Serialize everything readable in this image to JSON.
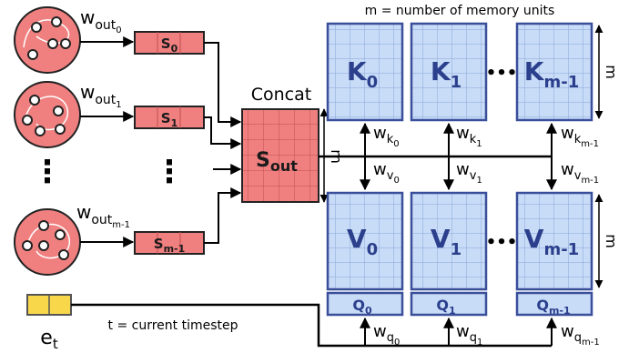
{
  "header": {
    "memory_note": "m = number of memory units"
  },
  "concat": {
    "label": "Concat",
    "main": "S",
    "sub": "out",
    "dim": "m"
  },
  "states": [
    {
      "main": "S",
      "sub": "0",
      "w_main": "w",
      "w_sub": "out",
      "w_sub2": "0"
    },
    {
      "main": "S",
      "sub": "1",
      "w_main": "w",
      "w_sub": "out",
      "w_sub2": "1"
    },
    {
      "main": "S",
      "sub": "m-1",
      "w_main": "w",
      "w_sub": "out",
      "w_sub2": "m-1"
    }
  ],
  "keys": [
    {
      "main": "K",
      "sub": "0",
      "w_main": "w",
      "w_sub": "k",
      "w_sub2": "0"
    },
    {
      "main": "K",
      "sub": "1",
      "w_main": "w",
      "w_sub": "k",
      "w_sub2": "1"
    },
    {
      "main": "K",
      "sub": "m-1",
      "w_main": "w",
      "w_sub": "k",
      "w_sub2": "m-1"
    }
  ],
  "values": [
    {
      "main": "V",
      "sub": "0",
      "w_main": "w",
      "w_sub": "v",
      "w_sub2": "0"
    },
    {
      "main": "V",
      "sub": "1",
      "w_main": "w",
      "w_sub": "v",
      "w_sub2": "1"
    },
    {
      "main": "V",
      "sub": "m-1",
      "w_main": "w",
      "w_sub": "v",
      "w_sub2": "m-1"
    }
  ],
  "queries": [
    {
      "main": "Q",
      "sub": "0",
      "w_main": "w",
      "w_sub": "q",
      "w_sub2": "0"
    },
    {
      "main": "Q",
      "sub": "1",
      "w_main": "w",
      "w_sub": "q",
      "w_sub2": "1"
    },
    {
      "main": "Q",
      "sub": "m-1",
      "w_main": "w",
      "w_sub": "q",
      "w_sub2": "m-1"
    }
  ],
  "ellipses": {
    "h": "•••",
    "v": "⋮"
  },
  "dims": {
    "key": "m",
    "value": "m"
  },
  "input": {
    "main": "e",
    "sub": "t",
    "note": "t = current timestep"
  },
  "colors": {
    "pink_fill": "#f08080",
    "pink_dark": "#8b2020",
    "blue_fill": "#c8dcf8",
    "blue_border": "#3a4f9a",
    "yellow_fill": "#f8d84a"
  }
}
